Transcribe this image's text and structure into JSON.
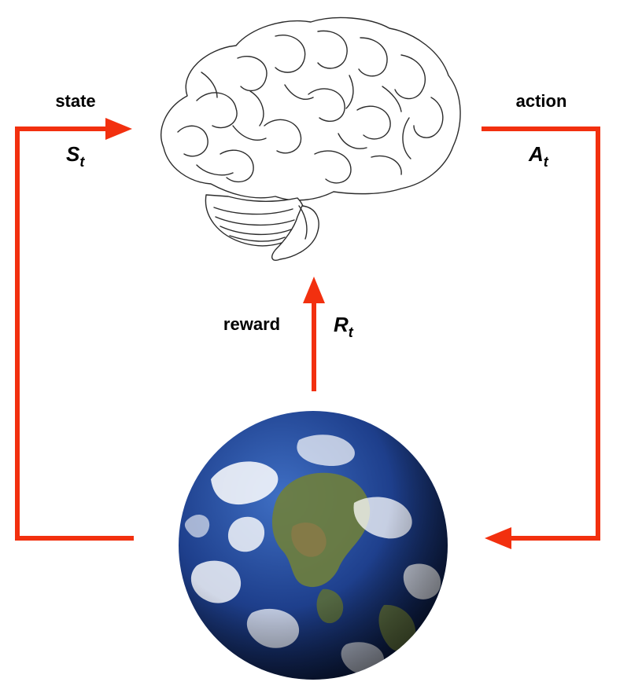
{
  "diagram": {
    "state": {
      "label": "state",
      "symbol": "S",
      "subscript": "t"
    },
    "action": {
      "label": "action",
      "symbol": "A",
      "subscript": "t"
    },
    "reward": {
      "label": "reward",
      "symbol": "R",
      "subscript": "t"
    },
    "colors": {
      "arrow": "#f2300f",
      "ocean": "#1f3f86",
      "land": "#6f7f3c",
      "cloud": "#ffffff"
    },
    "icons": {
      "agent": "brain-icon",
      "environment": "earth-globe-icon"
    }
  }
}
